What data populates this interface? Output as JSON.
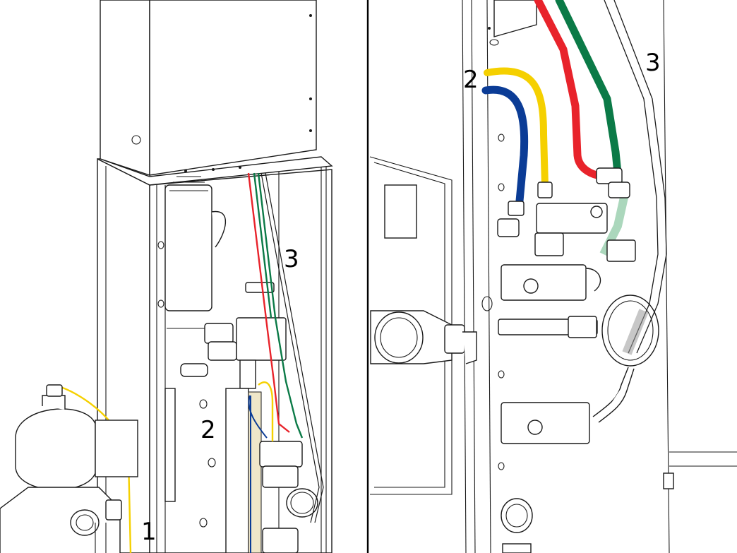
{
  "callouts": {
    "left_1": "1",
    "left_2": "2",
    "left_3": "3",
    "right_2": "2",
    "right_3": "3"
  },
  "colors": {
    "tube_red": "#e8232b",
    "tube_green": "#0b7a47",
    "tube_yellow": "#f5d000",
    "tube_blue": "#0b3c96",
    "tube_translucent": "#8fc9a6",
    "line": "#1a1a1a"
  }
}
